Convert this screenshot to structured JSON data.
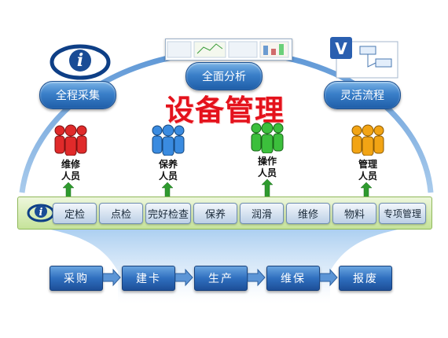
{
  "title": "设备管理",
  "top_bubbles": [
    "全程采集",
    "全面分析",
    "灵活流程"
  ],
  "personnel": [
    {
      "label": "维修人员",
      "color": "#e02a2a"
    },
    {
      "label": "保养人员",
      "color": "#3a8be0"
    },
    {
      "label": "操作人员",
      "color": "#3cbf3c"
    },
    {
      "label": "管理人员",
      "color": "#f2a414"
    }
  ],
  "process_bar": [
    "定检",
    "点检",
    "完好检查",
    "保养",
    "润滑",
    "维修",
    "物料",
    "专项管理"
  ],
  "lifecycle": [
    "采购",
    "建卡",
    "生产",
    "维保",
    "报废"
  ],
  "colors": {
    "title": "#e4121c",
    "arrow_green": "#2e9a2e",
    "bubble_blue": "#2f6fbf"
  }
}
